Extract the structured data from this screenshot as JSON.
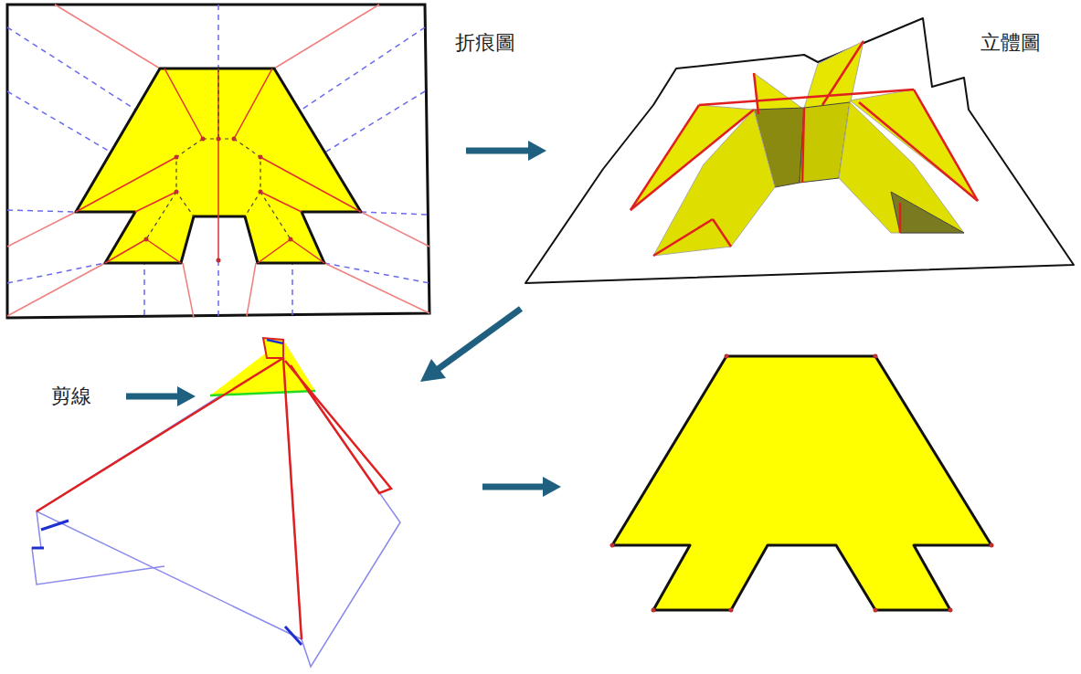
{
  "diagram": {
    "labels": [
      "折痕圖",
      "立體圖",
      "剪線"
    ]
  }
}
